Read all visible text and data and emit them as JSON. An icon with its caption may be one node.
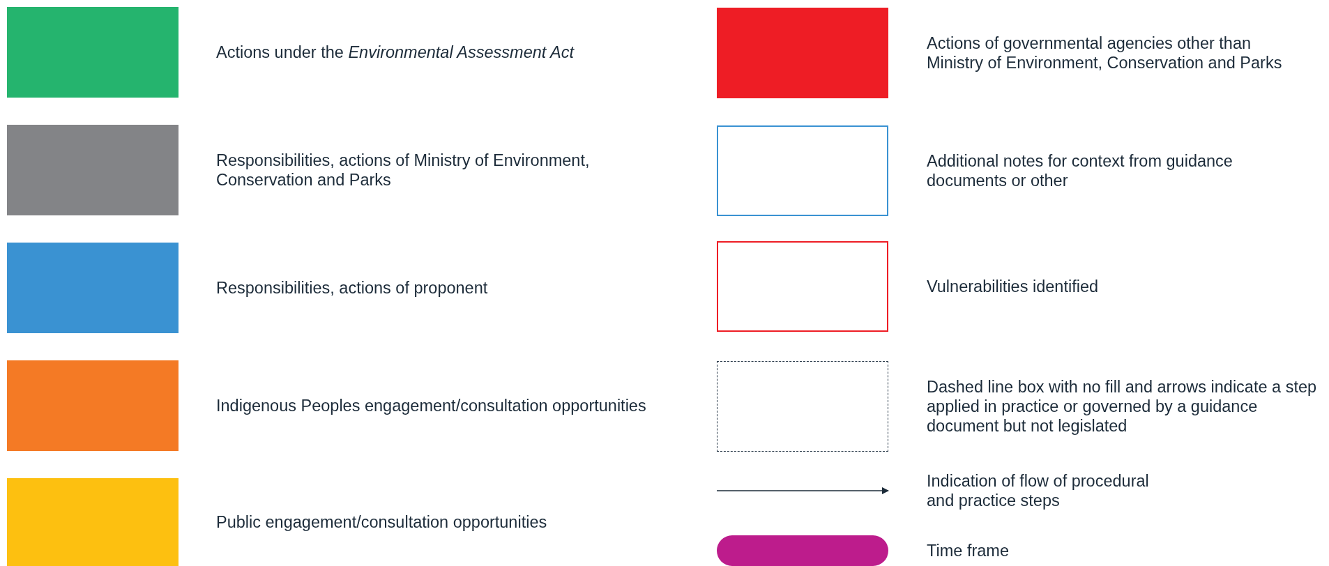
{
  "diagram": {
    "legend": [
      {
        "text": "Actions under the *Environmental Assessment Act*",
        "color": "#25b46e"
      },
      {
        "text": "Responsibilities, actions of Ministry of Environment, Conservation and Parks",
        "color": "#838487"
      },
      {
        "text": "Responsibilities, actions of proponent",
        "color": "#3a92d2"
      },
      {
        "text": "Indigenous Peoples engagement/consultation opportunities",
        "color": "#f47a25"
      },
      {
        "text": "Public engagement/consultation opportunities",
        "color": "#fdc010"
      },
      {
        "text": "Actions of governmental agencies other than Ministry of Environment, Conservation and Parks",
        "color": "#ee1d25"
      },
      {
        "text": "Additional notes for context from guidance documents or other"
      },
      {
        "text": "Vulnerabilities identified"
      },
      {
        "text": "Dashed line box with no fill and arrows indicate a step applied in practice or governed by a guidance document but not legislated"
      },
      {
        "text": "Indication of flow of procedural and practice steps"
      },
      {
        "text": "Time frame",
        "color": "#bd1c8c"
      }
    ]
  }
}
